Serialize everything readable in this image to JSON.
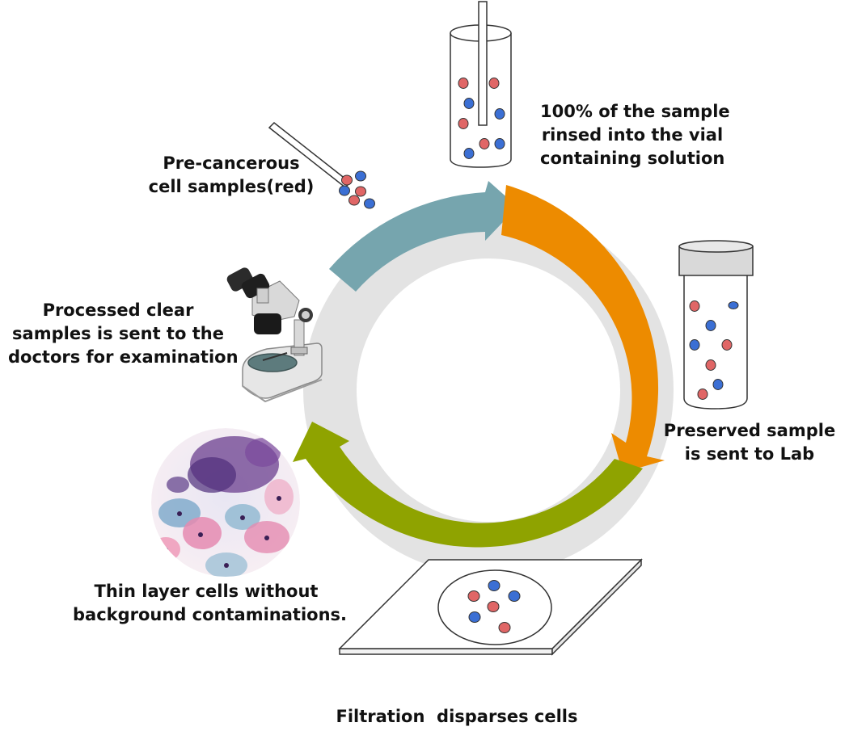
{
  "labels": {
    "vial_rinse": [
      "100% of the sample",
      "rinsed into the vial",
      "containing solution"
    ],
    "precancerous": [
      "Pre-cancerous",
      "cell samples(red)"
    ],
    "preserved": [
      "Preserved sample",
      "is sent to Lab"
    ],
    "processed": [
      "Processed clear",
      "samples is sent to the",
      "doctors for examination"
    ],
    "thin_layer": [
      "Thin layer cells without",
      "background contaminations."
    ],
    "filtration": "Filtration  disparses cells"
  },
  "colors": {
    "arrow_top": "#76a5ae",
    "arrow_right": "#ed8b00",
    "arrow_bottom": "#8fa300",
    "ring": "#e3e3e3",
    "cell_red": "#e06666",
    "cell_blue": "#3b6fd4"
  }
}
